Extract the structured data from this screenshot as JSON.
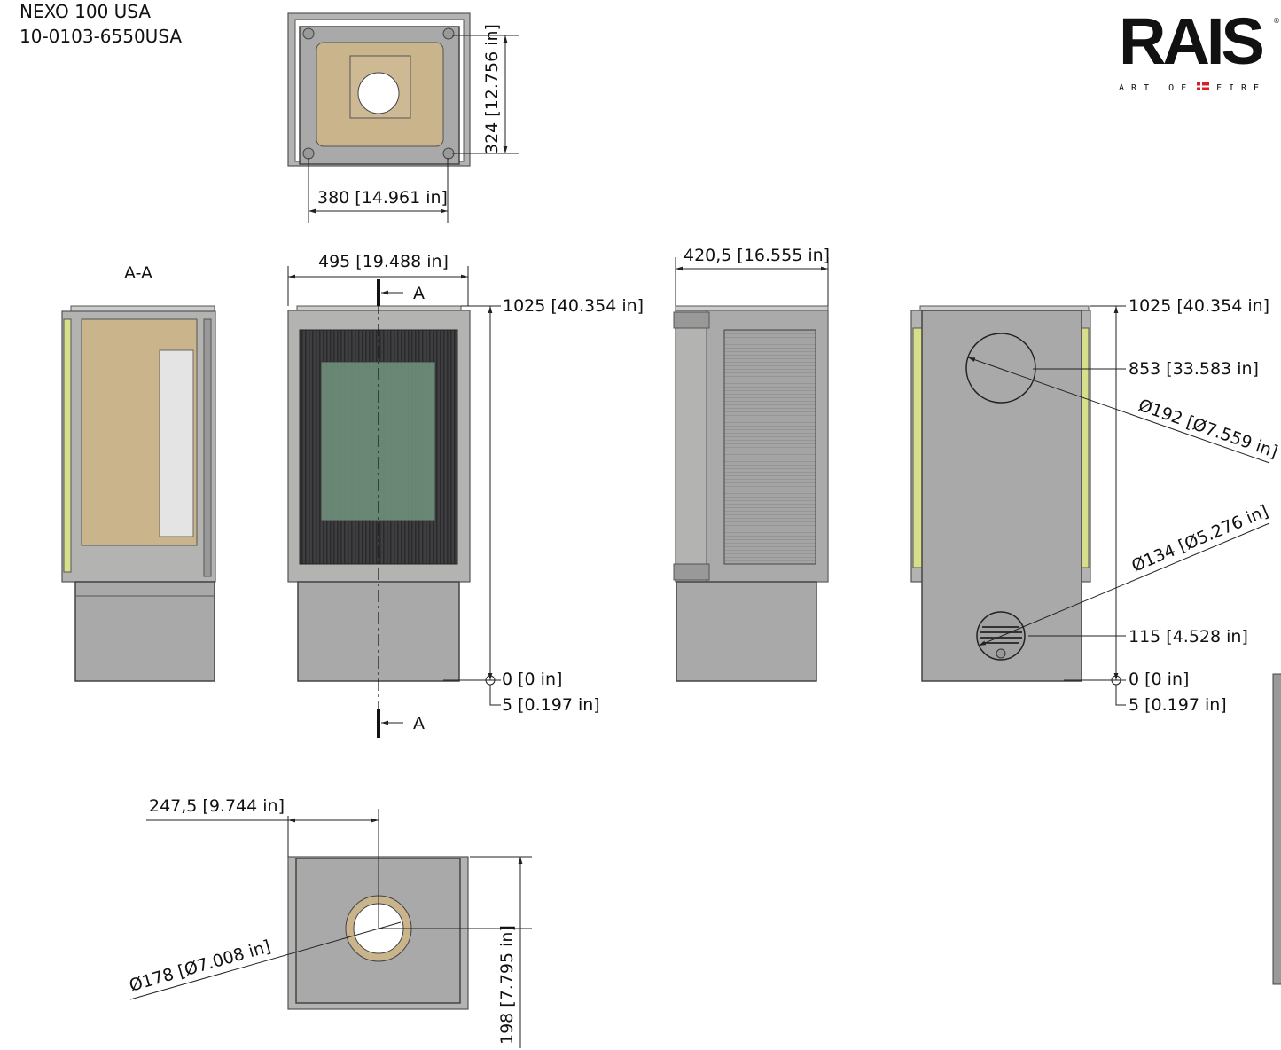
{
  "header": {
    "model": "NEXO 100 USA",
    "part_number": "10-0103-6550USA"
  },
  "logo": {
    "brand": "RAIS",
    "tagline": "ART OF FIRE",
    "registered": "®",
    "accent_color": "#d6212b"
  },
  "top_view": {
    "depth": "324 [12.756 in]",
    "width": "380 [14.961 in]"
  },
  "section_view": {
    "label": "A-A"
  },
  "front_view": {
    "width": "495 [19.488 in]",
    "height": "1025 [40.354 in]",
    "zero": "0 [0 in]",
    "feet": "5 [0.197 in]",
    "section_mark_top": "A",
    "section_mark_bottom": "A"
  },
  "side_view": {
    "depth": "420,5 [16.555 in]"
  },
  "back_view": {
    "height": "1025 [40.354 in]",
    "flue_height": "853 [33.583 in]",
    "flue_diameter": "Ø192 [Ø7.559 in]",
    "air_diameter": "Ø134 [Ø5.276 in]",
    "air_height": "115 [4.528 in]",
    "zero": "0 [0 in]",
    "feet": "5 [0.197 in]"
  },
  "bottom_view": {
    "offset": "247,5 [9.744 in]",
    "diameter": "Ø178 [Ø7.008 in]",
    "depth": "198 [7.795 in]"
  }
}
